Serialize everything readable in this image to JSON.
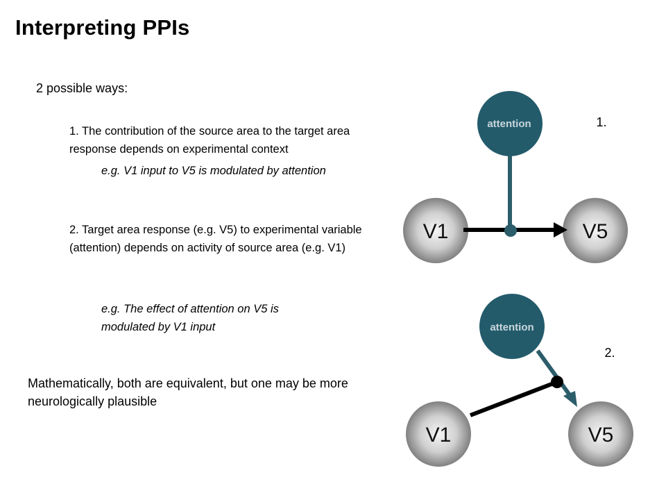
{
  "slide": {
    "title": "Interpreting PPIs",
    "intro": "2 possible ways:",
    "way1": "1. The contribution of the source area to the target area response depends on experimental context",
    "way1_example": "e.g. V1 input to V5 is modulated by attention",
    "way2": "2. Target area response (e.g. V5) to experimental variable (attention) depends  on activity of source area (e.g. V1)",
    "way2_example": "e.g. The effect of attention on V5 is modulated by V1 input",
    "conclusion": "Mathematically, both are equivalent, but one may be more neurologically plausible"
  },
  "diagram1": {
    "number": "1.",
    "source": "V1",
    "target": "V5",
    "modulator": "attention"
  },
  "diagram2": {
    "number": "2.",
    "source": "V1",
    "target": "V5",
    "modulator": "attention"
  },
  "colors": {
    "modulator_fill": "#235b6b",
    "node_light": "#f2f2f2",
    "node_dark": "#8a8a8a",
    "arrow_black": "#000000",
    "arrow_teal": "#2c5d6a"
  }
}
